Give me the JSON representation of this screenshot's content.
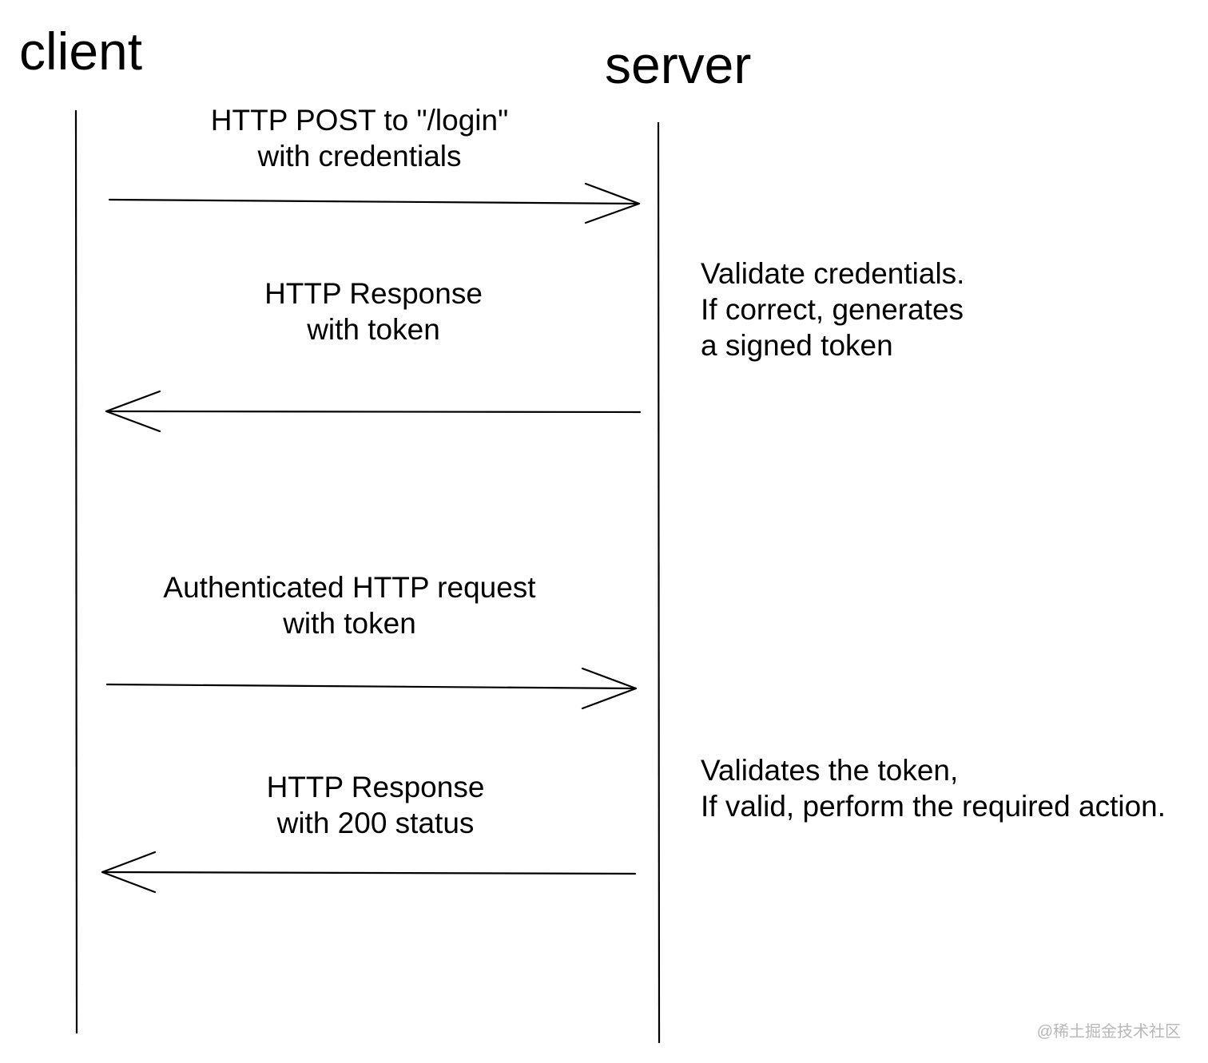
{
  "participants": {
    "client": "client",
    "server": "server"
  },
  "messages": [
    {
      "direction": "client-to-server",
      "lines": [
        "HTTP POST to \"/login\"",
        "with credentials"
      ]
    },
    {
      "direction": "server-to-client",
      "lines": [
        "HTTP Response",
        "with token"
      ]
    },
    {
      "direction": "client-to-server",
      "lines": [
        "Authenticated HTTP request",
        "with token"
      ]
    },
    {
      "direction": "server-to-client",
      "lines": [
        "HTTP Response",
        "with 200 status"
      ]
    }
  ],
  "notes": [
    {
      "lines": [
        "Validate credentials.",
        "If correct, generates",
        "a signed token"
      ]
    },
    {
      "lines": [
        "Validates the token,",
        "If valid, perform the required action."
      ]
    }
  ],
  "watermark": "@稀土掘金技术社区",
  "colors": {
    "line": "#000000",
    "text": "#000000",
    "watermark": "#b8b8b8",
    "background": "#ffffff"
  }
}
